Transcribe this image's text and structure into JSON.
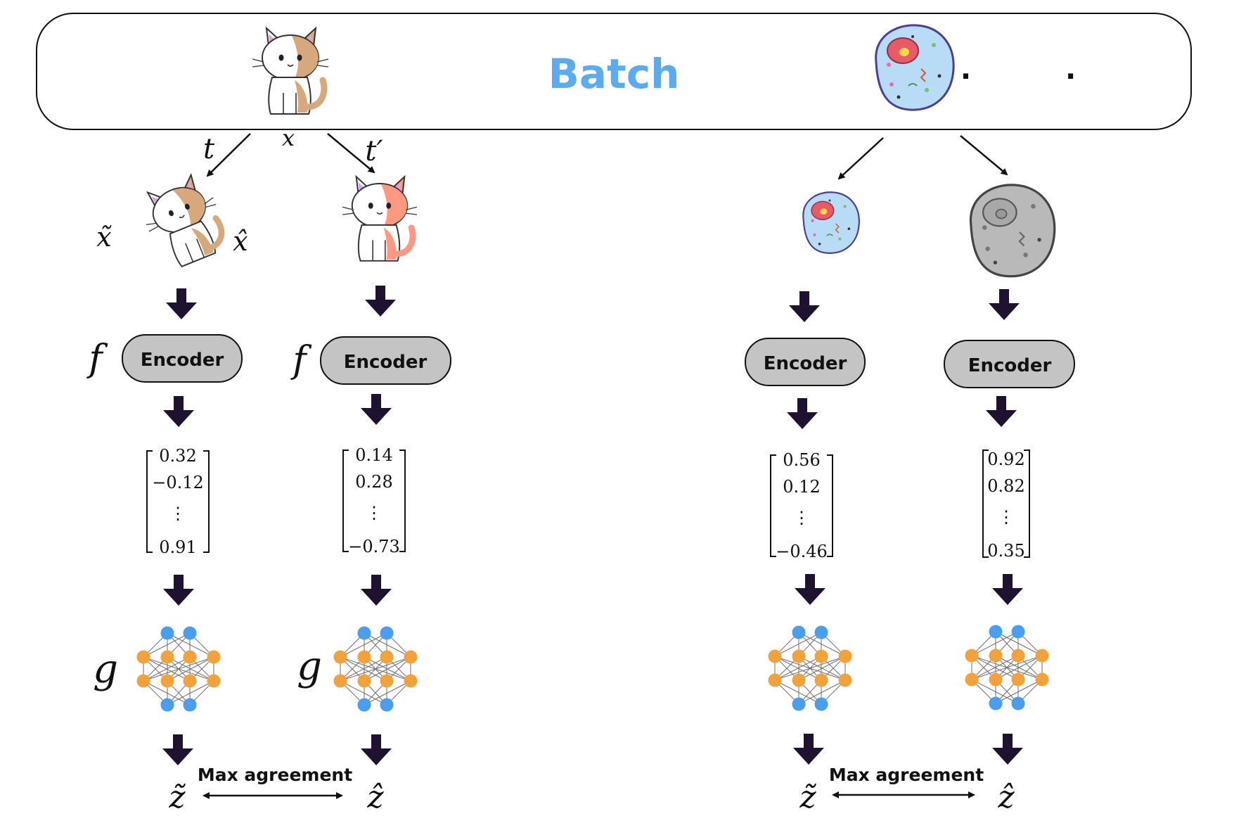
{
  "batch": {
    "title": "Batch",
    "ellipsis": ". ."
  },
  "symbols": {
    "t": "t",
    "t_prime": "t′",
    "x": "x",
    "x_tilde": "x̃",
    "x_hat": "x̂",
    "f": "f",
    "g": "g",
    "z_tilde": "z̃",
    "z_hat": "ẑ"
  },
  "encoder_label": "Encoder",
  "agreement_label": "Max agreement",
  "pipelines": [
    {
      "id": "cat-1",
      "vector": [
        "0.32",
        "−0.12",
        "⋮",
        "0.91"
      ],
      "output": "z_tilde"
    },
    {
      "id": "cat-2",
      "vector": [
        "0.14",
        "0.28",
        "⋮",
        "−0.73"
      ],
      "output": "z_hat"
    },
    {
      "id": "cell-1",
      "vector": [
        "0.56",
        "0.12",
        "⋮",
        "−0.46"
      ],
      "output": "z_tilde"
    },
    {
      "id": "cell-2",
      "vector": [
        "0.92",
        "0.82",
        "⋮",
        "0.35"
      ],
      "output": "z_hat"
    }
  ],
  "colors": {
    "batch_title": "#5aabef",
    "encoder_fill": "#c4c4c4",
    "arrow_dark": "#1e1230",
    "node_blue": "#4a9ef0",
    "node_orange": "#f3a23a",
    "cell_blue": "#b9dcf6",
    "cell_outline": "#4b3f95",
    "cell_gray": "#b9b9b9"
  },
  "icons": [
    "cat-icon",
    "cat-rotated-icon",
    "cat-recolored-icon",
    "cell-icon",
    "cell-small-icon",
    "cell-gray-icon",
    "neural-network-icon",
    "down-arrow-icon",
    "double-arrow-icon"
  ]
}
